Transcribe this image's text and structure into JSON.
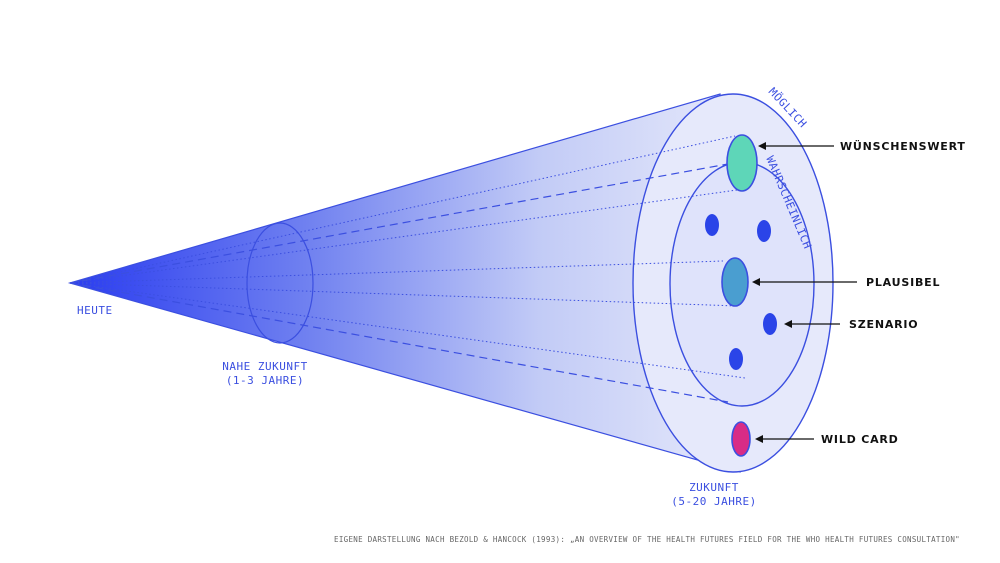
{
  "colors": {
    "cone_start": "#2a3cf0",
    "cone_end": "#dfe3fb",
    "stroke": "#3b4fe0",
    "desired": "#5ed6b8",
    "plausible": "#4a9ed0",
    "scenario": "#2a44e8",
    "wildcard": "#d82c86"
  },
  "labels": {
    "today": "HEUTE",
    "near_future_line1": "NAHE ZUKUNFT",
    "near_future_line2": "(1-3 JAHRE)",
    "future_line1": "ZUKUNFT",
    "future_line2": "(5-20 JAHRE)",
    "possible": "MÖGLICH",
    "probable": "WAHRSCHEINLICH",
    "desirable": "WÜNSCHENSWERT",
    "plausible": "PLAUSIBEL",
    "scenario": "SZENARIO",
    "wildcard": "WILD CARD"
  },
  "credit": "EIGENE DARSTELLUNG NACH BEZOLD & HANCOCK (1993): „AN OVERVIEW OF THE HEALTH FUTURES FIELD FOR THE WHO HEALTH FUTURES CONSULTATION\""
}
